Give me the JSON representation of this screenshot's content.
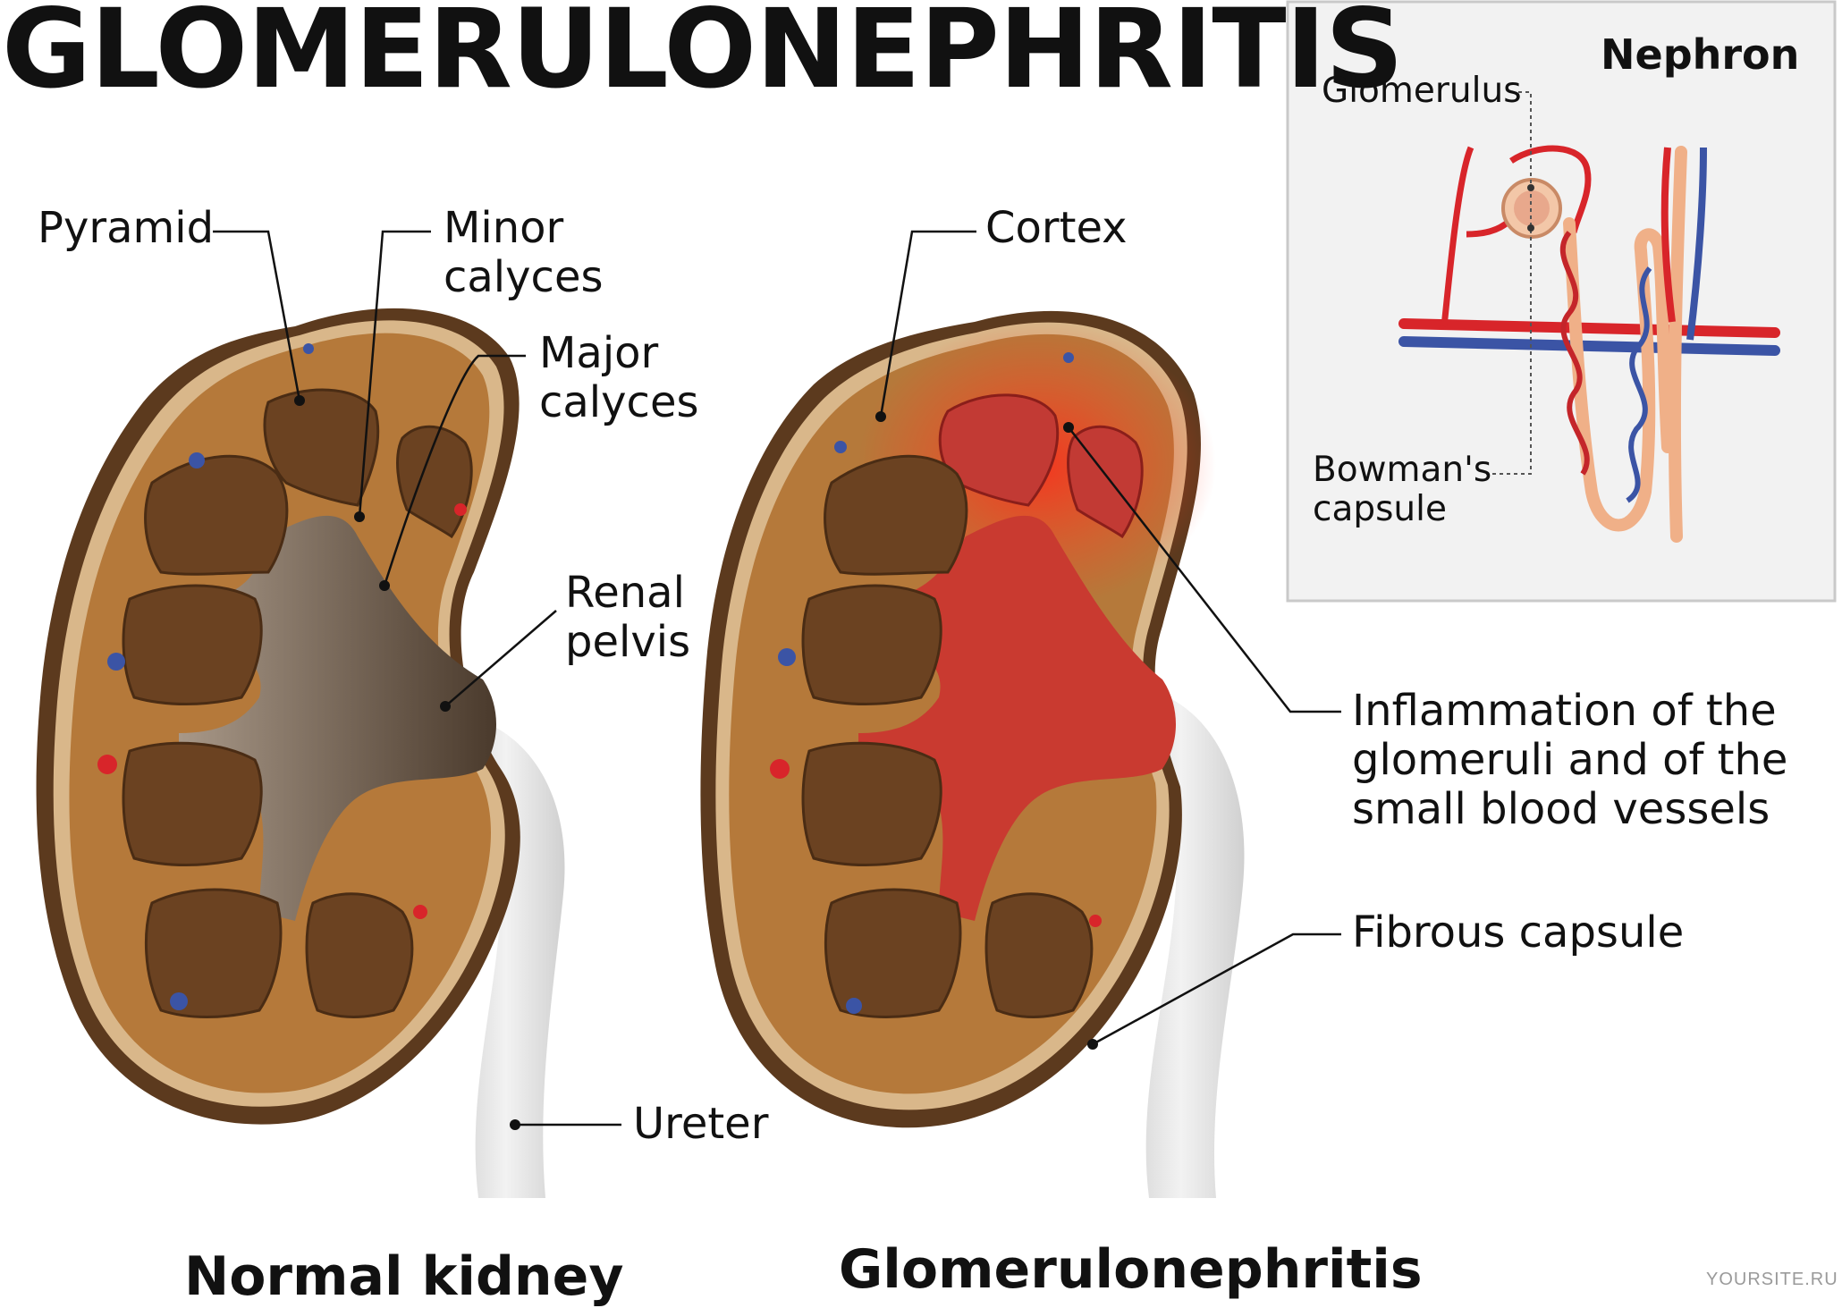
{
  "title": "GLOMERULONEPHRITIS",
  "labels": {
    "pyramid": "Pyramid",
    "minor_calyces": "Minor\ncalyces",
    "major_calyces": "Major\ncalyces",
    "renal_pelvis": "Renal\npelvis",
    "ureter": "Ureter",
    "cortex": "Cortex",
    "inflammation": "Inflammation of the\nglomeruli and of the\nsmall blood vessels",
    "fibrous_capsule": "Fibrous capsule"
  },
  "captions": {
    "normal": "Normal kidney",
    "disease": "Glomerulonephritis"
  },
  "inset": {
    "title": "Nephron",
    "glomerulus": "Glomerulus",
    "bowmans_capsule": "Bowman's\ncapsule"
  },
  "credit": "YOURSITE.RU",
  "colors": {
    "tissue": "#b5793a",
    "capsule_outer": "#5c3a1e",
    "capsule_rim": "#d9b78a",
    "pyramid": "#6b4221",
    "pelvis_normal": "#7a6a5a",
    "inflamed": "#d8332b",
    "ureter": "#e6e6e6",
    "artery": "#d8252a",
    "vein": "#3b54a5"
  }
}
